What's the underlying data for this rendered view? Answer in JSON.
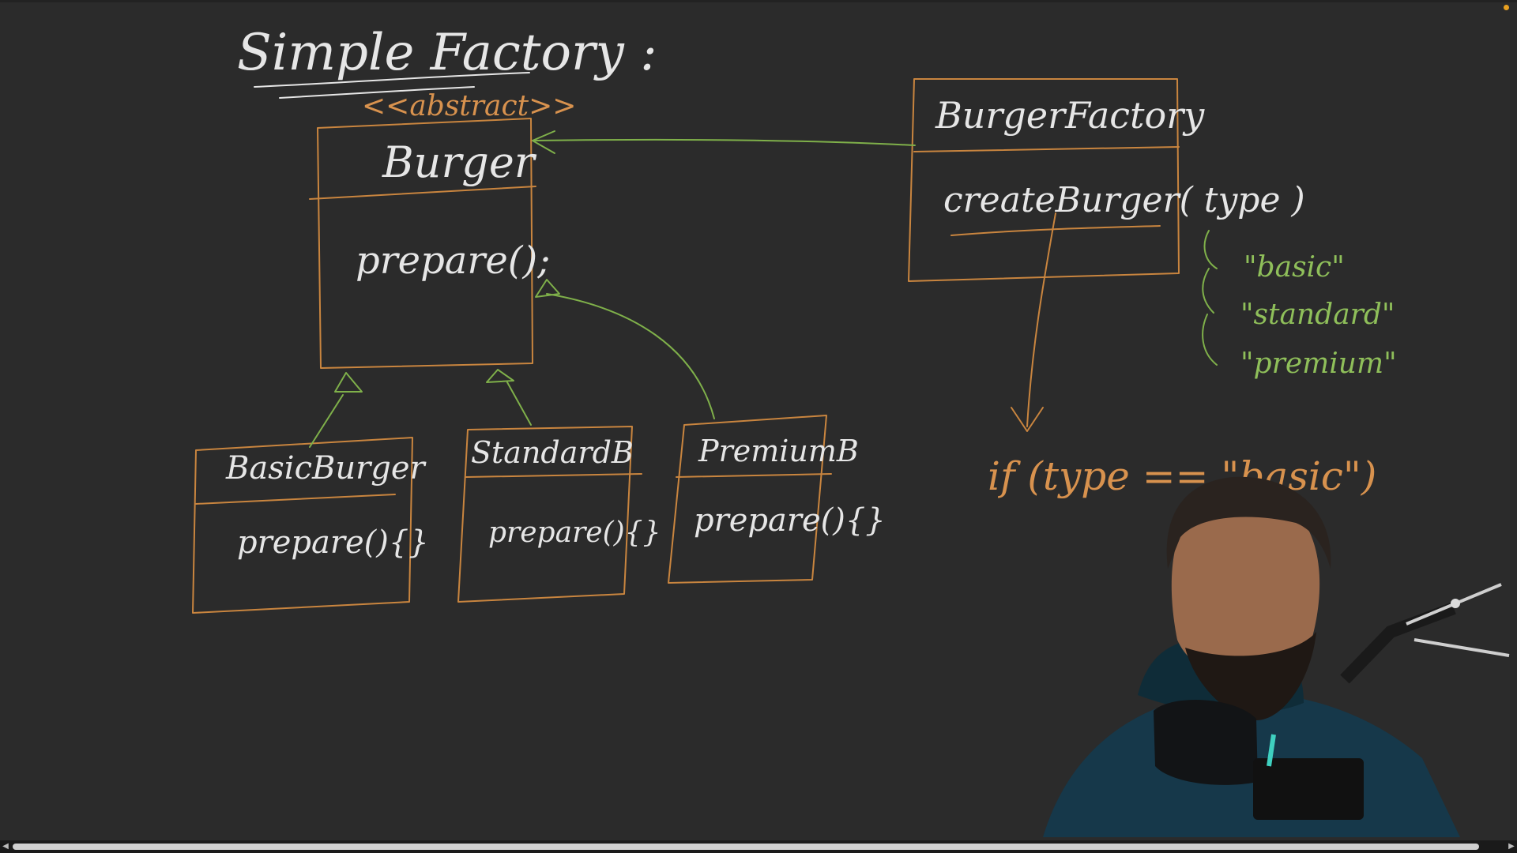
{
  "title": "Simple Factory :",
  "stereotype": "<<abstract>>",
  "classes": {
    "burger": {
      "name": "Burger",
      "method": "prepare();"
    },
    "factory": {
      "name": "BurgerFactory",
      "method": "createBurger( type )"
    },
    "basic": {
      "name": "BasicBurger",
      "method": "prepare(){}"
    },
    "standard": {
      "name": "StandardB",
      "method": "prepare(){}"
    },
    "premium": {
      "name": "PremiumB",
      "method": "prepare(){}"
    }
  },
  "type_values": [
    "\"basic\"",
    "\"standard\"",
    "\"premium\""
  ],
  "condition": "if (type == \"basic\")",
  "colors": {
    "background": "#2b2b2b",
    "ink_white": "#e6e6e6",
    "ink_orange": "#c9853f",
    "ink_green": "#7fb04a",
    "recording_dot": "#e8a020"
  },
  "icons": {
    "scroll_left": "scroll-left-arrow",
    "scroll_right": "scroll-right-arrow",
    "presenter": "presenter-webcam-overlay"
  }
}
